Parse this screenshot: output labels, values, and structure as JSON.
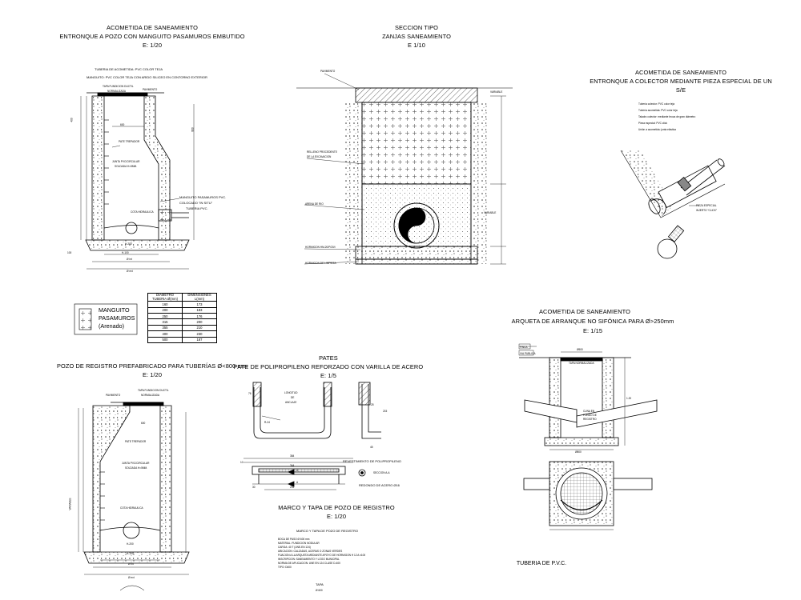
{
  "panels": {
    "p1": {
      "title1": "ACOMETIDA DE SANEAMIENTO",
      "title2": "ENTRONQUE A POZO CON MANGUITO PASAMUROS EMBUTIDO",
      "scale": "E: 1/20"
    },
    "p2": {
      "title1": "SECCION TIPO",
      "title2": "ZANJAS SANEAMIENTO",
      "scale": "E 1/10"
    },
    "p3": {
      "title1": "ACOMETIDA DE SANEAMIENTO",
      "title2": "ENTRONQUE A COLECTOR MEDIANTE PIEZA ESPECIAL DE UN",
      "title3": "S/E"
    },
    "p4": {
      "title1": "POZO DE REGISTRO PREFABRICADO PARA TUBERÍAS Ø<800 mm",
      "scale": "E: 1/20"
    },
    "p5": {
      "title1": "PATES",
      "title2": "PATE DE POLIPROPILENO REFORZADO CON VARILLA DE ACERO",
      "scale": "E: 1/5"
    },
    "p6": {
      "title1": "ACOMETIDA DE SANEAMIENTO",
      "title2": "ARQUETA DE ARRANQUE NO SIFÓNICA PARA Ø>250mm",
      "scale": "E: 1/15"
    },
    "p7": {
      "title1": "MARCO Y TAPA DE POZO DE REGISTRO",
      "scale": "E: 1/20"
    }
  },
  "labels": {
    "p1_note1": "TUBERIA DE ACOMETIDA: PVC COLOR TEJA",
    "p1_note2": "MANGUITO: PVC COLOR TEJA CON ARIDO SILICEO EN CONTORNO EXTERIOR",
    "tapa": "TAPA FUNDICION DUCTIL",
    "tapa2": "NORMALIZADA",
    "pavimento": "PAVIMENTO",
    "pate": "PATE TREPADOR",
    "junta": "JUNTA PVC/CIRCULAR",
    "junta2": "SOLDADA H=5MM.",
    "cota": "COTA HIDRAULICA",
    "manguito1": "MANGUITO PASAMUROS PVC.",
    "manguito2": "COLOCADO \"IN SITU\"",
    "tuberia_pvc": "TUBERIA PVC.",
    "h200": "H-200",
    "h100": "H-100",
    "dint": "Ø int",
    "dext": "Ø ext",
    "dim_600": "600",
    "dim_400": "400",
    "dim_800": "800",
    "dim_100": "100",
    "variable": "VARIABLE",
    "pavimento2": "PAVIMENTO",
    "relleno1": "RELLENO PROCEDENTE",
    "relleno2": "DE LA EXCAVACION",
    "arena": "ARENA DE RIO",
    "hormigon": "HORMIGON HM-20/P/20/I",
    "limpieza": "HORMIGON DE LIMPIEZA",
    "variable_r": "VARIABLE",
    "p3_n1": "Tubería colector: PVC color teja",
    "p3_n2": "Tubería acometida: PVC color teja",
    "p3_n3": "Taladro colector: mediante broca de gran diámetro",
    "p3_n4": "Pieza especial: PVC click",
    "p3_n5": "Unión a acometida: junta elástica",
    "pieza1": "PIEZA ESPECIAL",
    "pieza2": "INJERTO \"CLICK\"",
    "legend1": "MANGUITO",
    "legend2": "PASAMUROS",
    "legend3": "(Arenado)",
    "longitud1": "LONGITUD",
    "longitud2": "DE",
    "longitud3": "ANCLAJE",
    "r24": "R-24",
    "dim_76": "76",
    "dim_215": "215",
    "dim_25": "25",
    "dim_45": "45",
    "dim_384": "384",
    "dim_344": "344",
    "dim_294": "294",
    "dim_30": "30",
    "dim_10": "10",
    "revest": "REVESTIMIENTO DE POLIPROPILENO",
    "seccion": "SECCION A-A",
    "redondo": "REDONDO DE ACERO Ø16",
    "secA": "A",
    "marco_sub": "MARCO Y TAPA DE POZO DE REGISTRO",
    "marco_l1": "BOCA DE PASO Ø 600 mm",
    "marco_l2": "MATERIAL: FUNDICION NODULAR",
    "marco_l3": "CARGA: 40 T (UNE-EN 124)",
    "marco_l4": "UBICACION: CALZADAS, ACERAS O ZONAS VERDES",
    "marco_l5": "FIJACION A LA ARQUETA MEDIANTE APOYO DE HORMIGON H 12 A ±100",
    "marco_l6": "INSCRIPCION: SANEAMIENTO Y LOGO MUNICIPAL",
    "marco_l7": "NORMA DE APLICACION: UNE EN 124 CLASE D-400",
    "marco_l8": "TIPO: D400",
    "tapa_bottom": "TAPA",
    "tapa_bottom2": "Ø 600",
    "tuberia_pvc_bottom": "TUBERIA DE P.V.C.",
    "p6_vp": "VIA PUBLICA",
    "p6_finca": "FINCA",
    "p6_dim1": "Ø500",
    "p6_tapa": "TAPA NORMALIZADA",
    "p6_cuna1": "CUNA EN",
    "p6_cuna2": "FONDO DE",
    "p6_cuna3": "REGISTRO",
    "p6_dim2": "Ø800",
    "p6_dim3": "1.20"
  },
  "table": {
    "headers": [
      "DIAMETRO TUBERIA Ø(mm)",
      "DIMENSIONES L(mm)"
    ],
    "rows": [
      [
        "160",
        "173"
      ],
      [
        "200",
        "183"
      ],
      [
        "250",
        "176"
      ],
      [
        "315",
        "200"
      ],
      [
        "355",
        "210"
      ],
      [
        "400",
        "230"
      ],
      [
        "500",
        "187"
      ]
    ]
  },
  "colors": {
    "line": "#000000",
    "background": "#ffffff",
    "gray": "#bdbdbd"
  }
}
